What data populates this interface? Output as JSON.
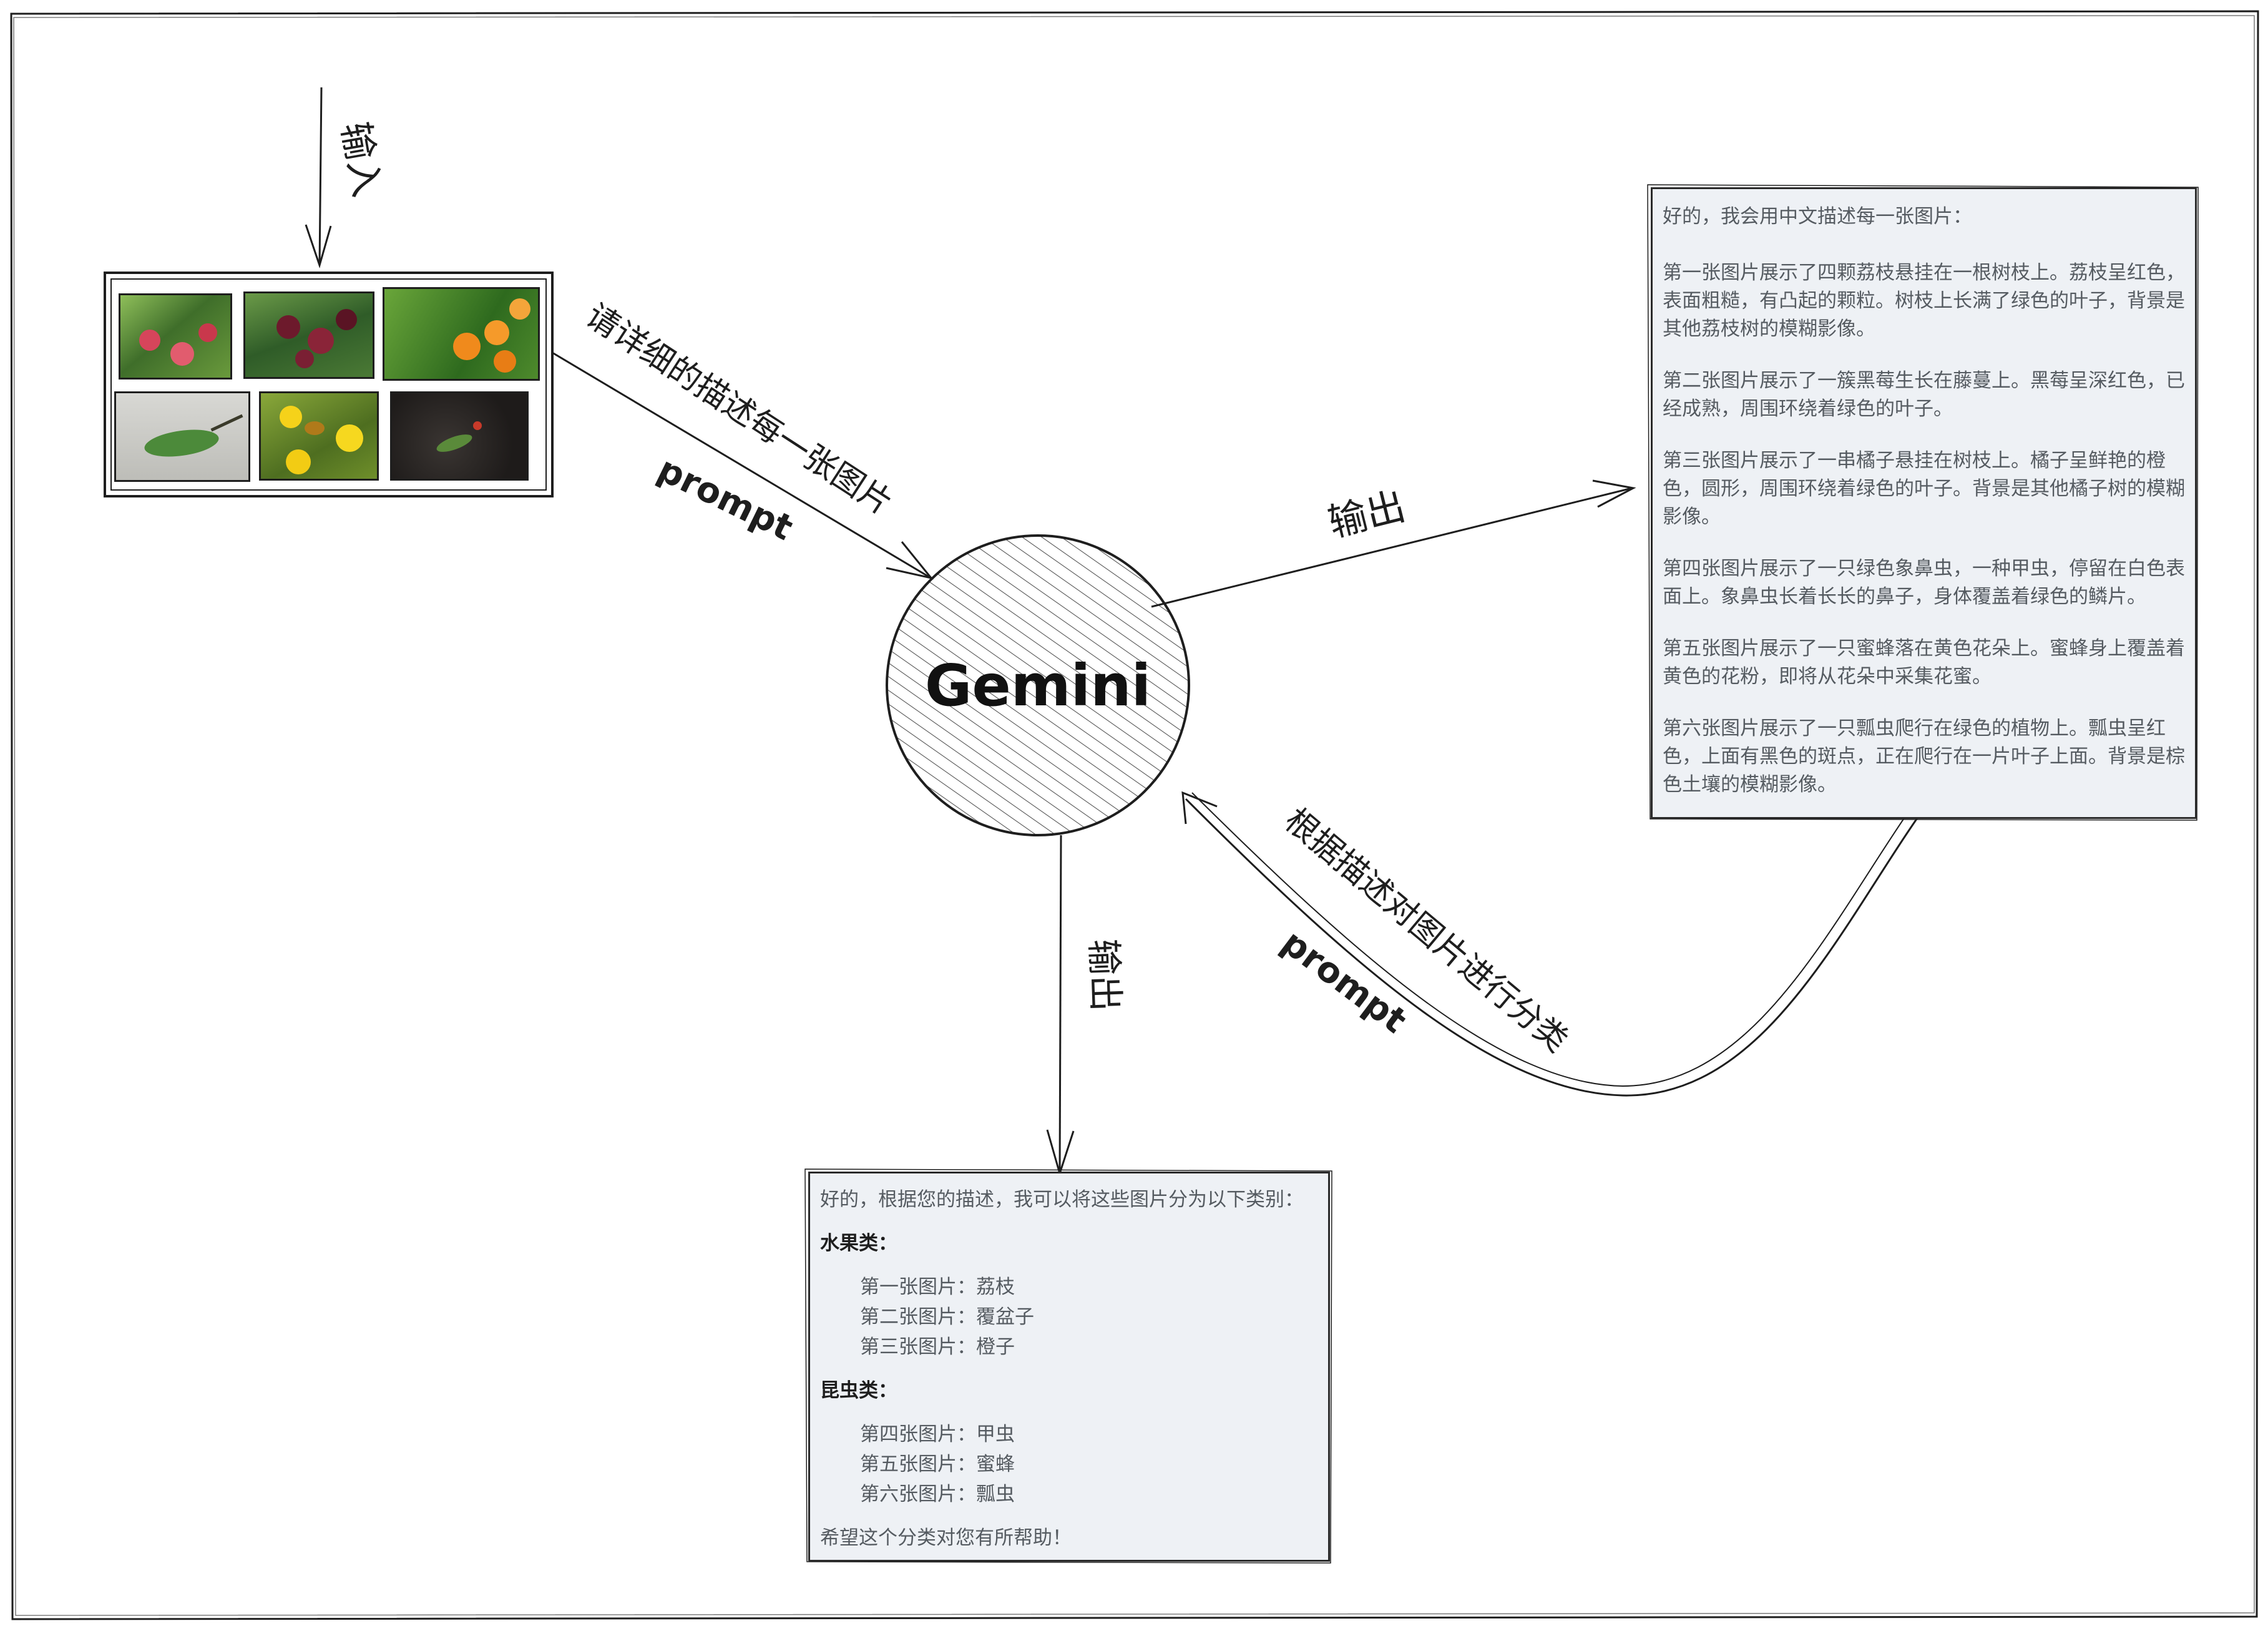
{
  "labels": {
    "input": "输入",
    "prompt_one": "请详细的描述每一张图片",
    "prompt_tag_one": "prompt",
    "output_right": "输出",
    "output_down": "输出",
    "prompt_two": "根据描述对图片进行分类",
    "prompt_tag_two": "prompt",
    "center": "Gemini"
  },
  "images": [
    {
      "name": "lychee-photo",
      "color": "#5d8a3c"
    },
    {
      "name": "blackberry-photo",
      "color": "#7a2535"
    },
    {
      "name": "orange-photo",
      "color": "#4a8c2a"
    },
    {
      "name": "weevil-photo",
      "color": "#c9c9c4"
    },
    {
      "name": "bee-photo",
      "color": "#6f8f2a"
    },
    {
      "name": "ladybug-photo",
      "color": "#2d2a2a"
    }
  ],
  "description_panel": {
    "paragraphs": [
      "好的，我会用中文描述每一张图片：",
      "第一张图片展示了四颗荔枝悬挂在一根树枝上。荔枝呈红色，表面粗糙，有凸起的颗粒。树枝上长满了绿色的叶子，背景是其他荔枝树的模糊影像。",
      "第二张图片展示了一簇黑莓生长在藤蔓上。黑莓呈深红色，已经成熟，周围环绕着绿色的叶子。",
      "第三张图片展示了一串橘子悬挂在树枝上。橘子呈鲜艳的橙色，圆形，周围环绕着绿色的叶子。背景是其他橘子树的模糊影像。",
      "第四张图片展示了一只绿色象鼻虫，一种甲虫，停留在白色表面上。象鼻虫长着长长的鼻子，身体覆盖着绿色的鳞片。",
      "第五张图片展示了一只蜜蜂落在黄色花朵上。蜜蜂身上覆盖着黄色的花粉，即将从花朵中采集花蜜。",
      "第六张图片展示了一只瓢虫爬行在绿色的植物上。瓢虫呈红色，上面有黑色的斑点，正在爬行在一片叶子上面。背景是棕色土壤的模糊影像。"
    ]
  },
  "classification_panel": {
    "intro": "好的，根据您的描述，我可以将这些图片分为以下类别：",
    "category_fruit": "水果类：",
    "fruit_items": [
      "第一张图片：荔枝",
      "第二张图片：覆盆子",
      "第三张图片：橙子"
    ],
    "category_insect": "昆虫类：",
    "insect_items": [
      "第四张图片：甲虫",
      "第五张图片：蜜蜂",
      "第六张图片：瓢虫"
    ],
    "outro": "希望这个分类对您有所帮助！"
  }
}
